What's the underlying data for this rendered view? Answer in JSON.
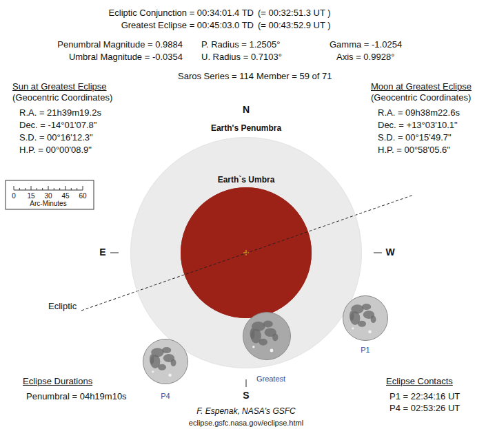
{
  "diagram": {
    "nodes": [
      {
        "text": [
          "Earth's Penumbra"
        ]
      },
      {
        "text": [
          "Earth`s Umbra"
        ],
        "in": 0
      },
      {
        "text": [
          "P1"
        ]
      },
      {
        "text": [
          "Greatest"
        ]
      },
      {
        "text": [
          "P4"
        ]
      }
    ],
    "labels": [
      "Ecliptic Conjunction = 00:34:01.4 TD",
      "(= 00:32:51.3 UT )",
      "Greatest Eclipse = 00:45:03.0 TD",
      "(= 00:43:52.9 UT )",
      "Penumbral Magnitude = 0.9884",
      "P. Radius = 1.2505°",
      "Gamma = -1.0254",
      "Umbral Magnitude = -0.0354",
      "U. Radius = 0.7103°",
      "Axis = 0.9928°",
      "Saros Series = 114",
      "Member = 59 of 71",
      "Sun at Greatest Eclipse",
      "(Geocentric Coordinates)",
      "R.A. = 21h39m19.2s",
      "Dec. = -14°01'07.8\"",
      "S.D. = 00°16'12.3\"",
      "H.P. = 00°00'08.9\"",
      "Moon at Greatest Eclipse",
      "(Geocentric Coordinates)",
      "R.A. = 09h38m22.6s",
      "Dec. = +13°03'10.1\"",
      "S.D. = 00°15'49.7\"",
      "H.P. = 00°58'05.6\"",
      "0",
      "15",
      "30",
      "45",
      "60",
      "Arc-Minutes",
      "N",
      "E",
      "W",
      "S",
      "Ecliptic",
      "Eclipse Durations",
      "Penumbral = 04h19m10s",
      "Eclipse Contacts",
      "P1 = 22:34:16 UT",
      "P4 = 02:53:26 UT",
      "F. Espenak, NASA's GSFC",
      "eclipse.gsfc.nasa.gov/eclipse.html"
    ]
  }
}
